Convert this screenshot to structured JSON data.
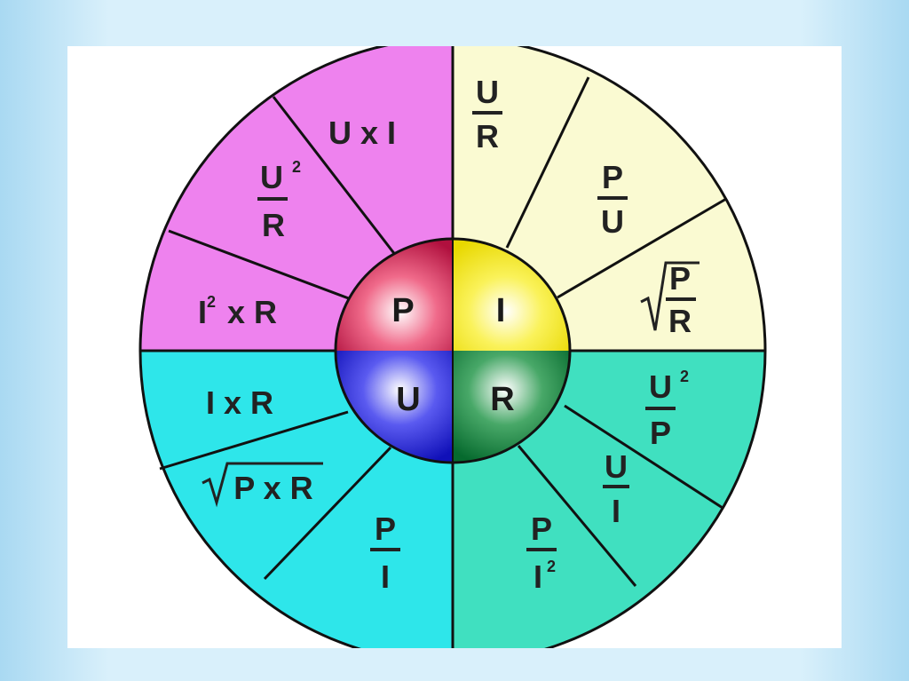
{
  "center": {
    "top_left": "P",
    "top_right": "I",
    "bottom_left": "U",
    "bottom_right": "R"
  },
  "formulas": {
    "p_u_times_i": "U x I",
    "p_u2_over_r_num": "U",
    "p_u2_over_r_exp": "2",
    "p_u2_over_r_den": "R",
    "p_i2r_base": "I",
    "p_i2r_exp": "2",
    "p_i2r_rest": "x R",
    "i_u_over_r_num": "U",
    "i_u_over_r_den": "R",
    "i_p_over_u_num": "P",
    "i_p_over_u_den": "U",
    "i_sqrt_p_over_r_num": "P",
    "i_sqrt_p_over_r_den": "R",
    "r_u2_over_p_num": "U",
    "r_u2_over_p_exp": "2",
    "r_u2_over_p_den": "P",
    "r_u_over_i_num": "U",
    "r_u_over_i_den": "I",
    "r_p_over_i2_num": "P",
    "r_p_over_i2_den": "I",
    "r_p_over_i2_exp": "2",
    "u_i_times_r": "I x R",
    "u_sqrt_p_times_r": "P x R",
    "u_p_over_i_num": "P",
    "u_p_over_i_den": "I"
  },
  "colors": {
    "power_outer": "#ee82ee",
    "current_outer": "#fafad2",
    "resistance_outer": "#40e0c0",
    "voltage_outer": "#2ee6ea",
    "power_center": "#c8104a",
    "current_center": "#f0ea10",
    "resistance_center": "#0a7a3a",
    "voltage_center": "#1414c8"
  }
}
